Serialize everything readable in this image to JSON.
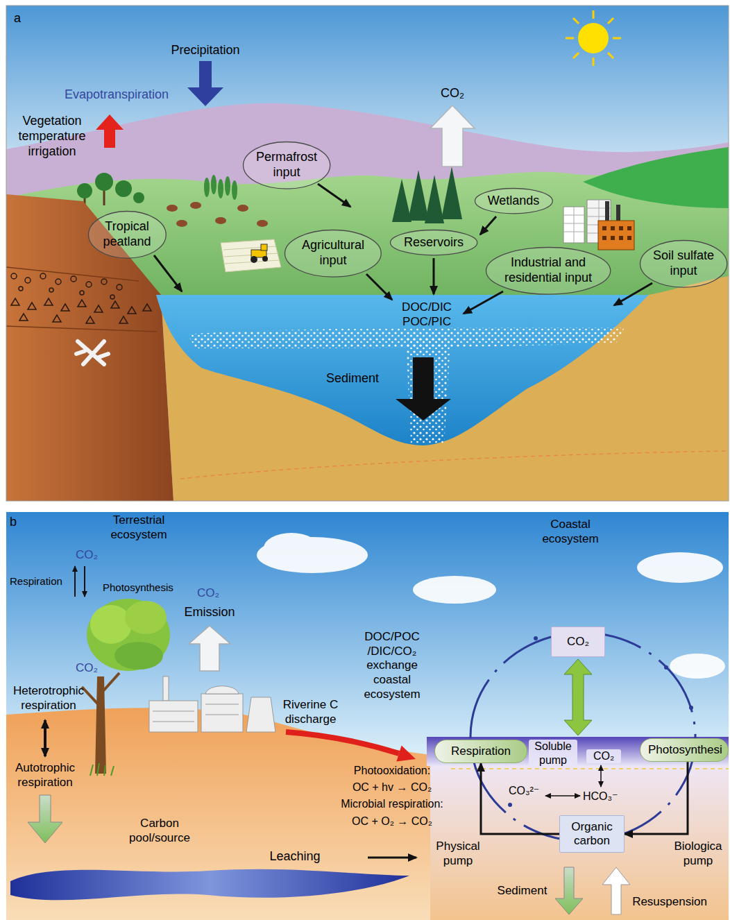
{
  "diagram": {
    "nodes": [
      {
        "text": [
          "Permafrost input"
        ]
      },
      {
        "text": [
          "Wetlands"
        ]
      },
      {
        "text": [
          "Tropical peatland"
        ]
      },
      {
        "text": [
          "Reservoirs"
        ]
      },
      {
        "text": [
          "Agricultural input"
        ]
      },
      {
        "text": [
          "Soil sulfate input"
        ]
      },
      {
        "text": [
          "Industrial and residential input"
        ]
      },
      {
        "text": [
          "CO₂"
        ]
      },
      {
        "text": [
          "Respiration"
        ]
      },
      {
        "text": [
          "Photosynthesi"
        ]
      },
      {
        "text": [
          "Organic carbon"
        ]
      }
    ],
    "edges": [
      {
        "from": 10,
        "to": 8,
        "label": "Physical pump",
        "arrow": "to"
      },
      {
        "from": 9,
        "to": 10,
        "label": "Biologica pump",
        "arrow": "to"
      }
    ],
    "labels": [
      "a",
      "Precipitation",
      "Evapotranspiration",
      "Vegetation temperature irrigation",
      "CO₂",
      "DOC/DIC POC/PIC",
      "Sediment",
      "b",
      "Terrestrial ecosystem",
      "Coastal ecosystem",
      "CO₂",
      "Respiration",
      "Photosynthesis",
      "CO₂",
      "Emission",
      "CO₂",
      "Heterotrophic respiration",
      "Autotrophic respiration",
      "Carbon pool/source",
      "Riverine C discharge",
      "DOC/POC /DIC/CO₂ exchange coastal ecosystem",
      "Photooxidation:",
      "OC + hv → CO₂",
      "Microbial respiration:",
      "OC + O₂ → CO₂",
      "Leaching",
      "Soluble pump",
      "CO₂",
      "CO₃²⁻",
      "HCO₃⁻",
      "Sediment",
      "Resuspension"
    ]
  }
}
